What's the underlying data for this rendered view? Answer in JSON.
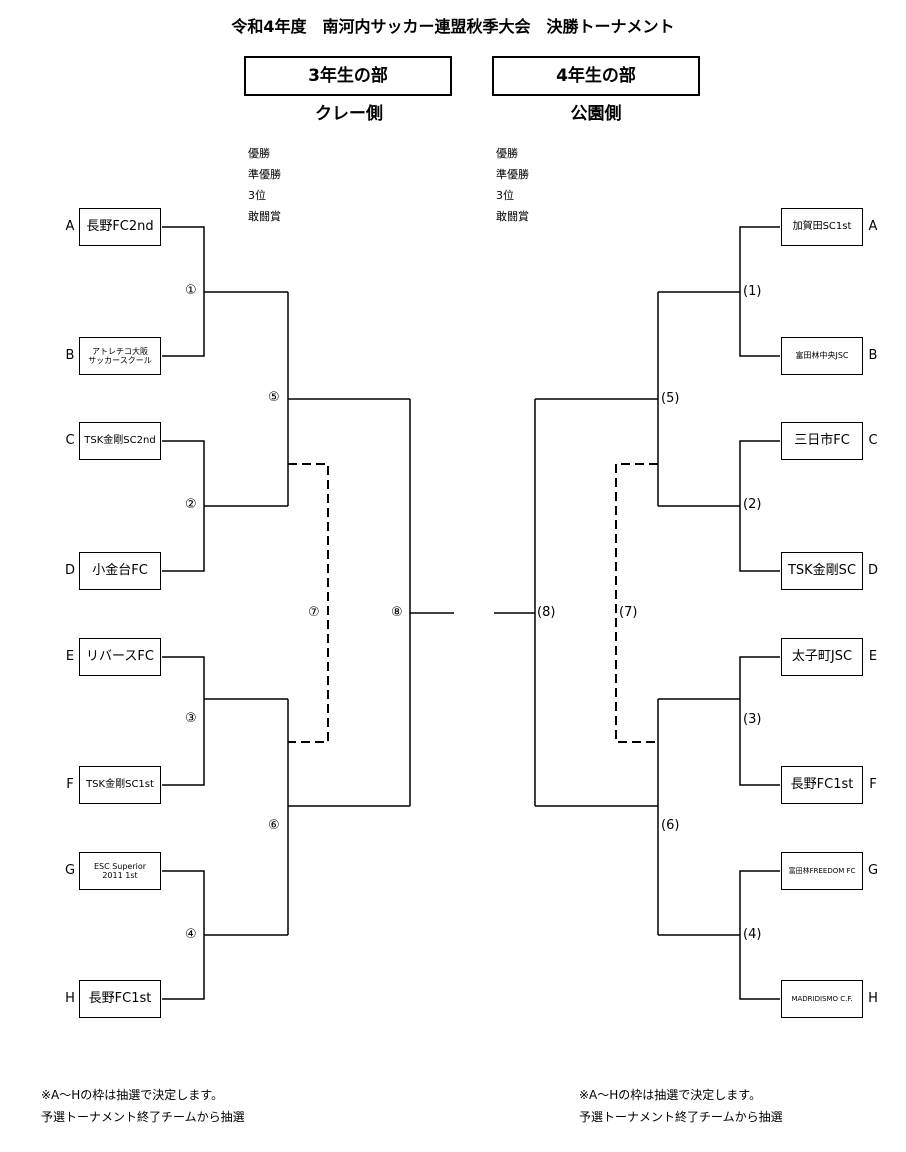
{
  "title": "令和4年度　南河内サッカー連盟秋季大会　決勝トーナメント",
  "left": {
    "division": "3年生の部",
    "venue": "クレー側",
    "awards": [
      "優勝",
      "準優勝",
      "3位",
      "敢闘賞"
    ],
    "teams": [
      {
        "letter": "A",
        "name": "長野FC2nd"
      },
      {
        "letter": "B",
        "name": "アトレチコ大阪\nサッカースクール"
      },
      {
        "letter": "C",
        "name": "TSK金剛SC2nd"
      },
      {
        "letter": "D",
        "name": "小金台FC"
      },
      {
        "letter": "E",
        "name": "リバースFC"
      },
      {
        "letter": "F",
        "name": "TSK金剛SC1st"
      },
      {
        "letter": "G",
        "name": "ESC Superior\n2011 1st"
      },
      {
        "letter": "H",
        "name": "長野FC1st"
      }
    ],
    "matches": [
      "①",
      "②",
      "③",
      "④",
      "⑤",
      "⑥",
      "⑦",
      "⑧"
    ]
  },
  "right": {
    "division": "4年生の部",
    "venue": "公園側",
    "awards": [
      "優勝",
      "準優勝",
      "3位",
      "敢闘賞"
    ],
    "teams": [
      {
        "letter": "A",
        "name": "加賀田SC1st"
      },
      {
        "letter": "B",
        "name": "富田林中央JSC"
      },
      {
        "letter": "C",
        "name": "三日市FC"
      },
      {
        "letter": "D",
        "name": "TSK金剛SC"
      },
      {
        "letter": "E",
        "name": "太子町JSC"
      },
      {
        "letter": "F",
        "name": "長野FC1st"
      },
      {
        "letter": "G",
        "name": "富田林FREEDOM FC"
      },
      {
        "letter": "H",
        "name": "MADRIDISMO C.F."
      }
    ],
    "matches": [
      "(1)",
      "(2)",
      "(3)",
      "(4)",
      "(5)",
      "(6)",
      "(7)",
      "(8)"
    ]
  },
  "notes": [
    "※A～Hの枠は抽選で決定します。",
    "予選トーナメント終了チームから抽選"
  ]
}
